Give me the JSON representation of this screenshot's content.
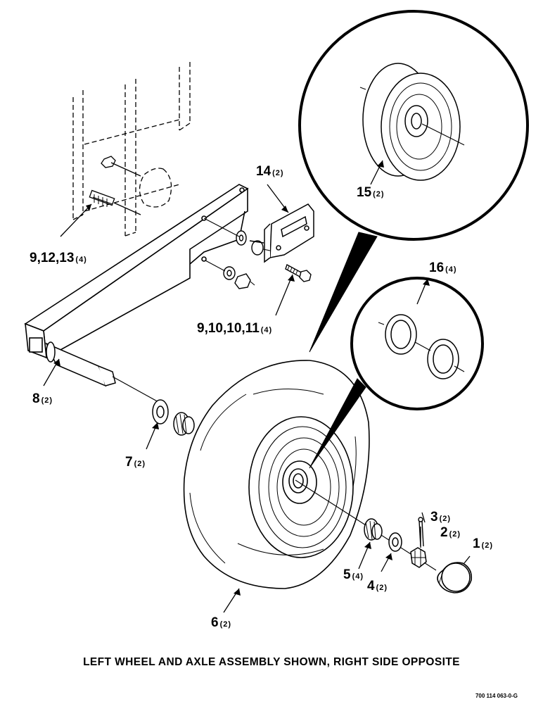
{
  "callouts": [
    {
      "id": "c15",
      "number": "15",
      "qty": "(2)"
    },
    {
      "id": "c14",
      "number": "14",
      "qty": "(2)"
    },
    {
      "id": "c9-12-13",
      "number": "9,12,13",
      "qty": "(4)"
    },
    {
      "id": "c16",
      "number": "16",
      "qty": "(4)"
    },
    {
      "id": "c9-10-10-11",
      "number": "9,10,10,11",
      "qty": "(4)"
    },
    {
      "id": "c8",
      "number": "8",
      "qty": "(2)"
    },
    {
      "id": "c7",
      "number": "7",
      "qty": "(2)"
    },
    {
      "id": "c3",
      "number": "3",
      "qty": "(2)"
    },
    {
      "id": "c2",
      "number": "2",
      "qty": "(2)"
    },
    {
      "id": "c1",
      "number": "1",
      "qty": "(2)"
    },
    {
      "id": "c5",
      "number": "5",
      "qty": "(4)"
    },
    {
      "id": "c4",
      "number": "4",
      "qty": "(2)"
    },
    {
      "id": "c6",
      "number": "6",
      "qty": "(2)"
    }
  ],
  "caption": "LEFT WHEEL AND AXLE ASSEMBLY SHOWN, RIGHT SIDE OPPOSITE",
  "document_number": "700 114 063-0-G"
}
